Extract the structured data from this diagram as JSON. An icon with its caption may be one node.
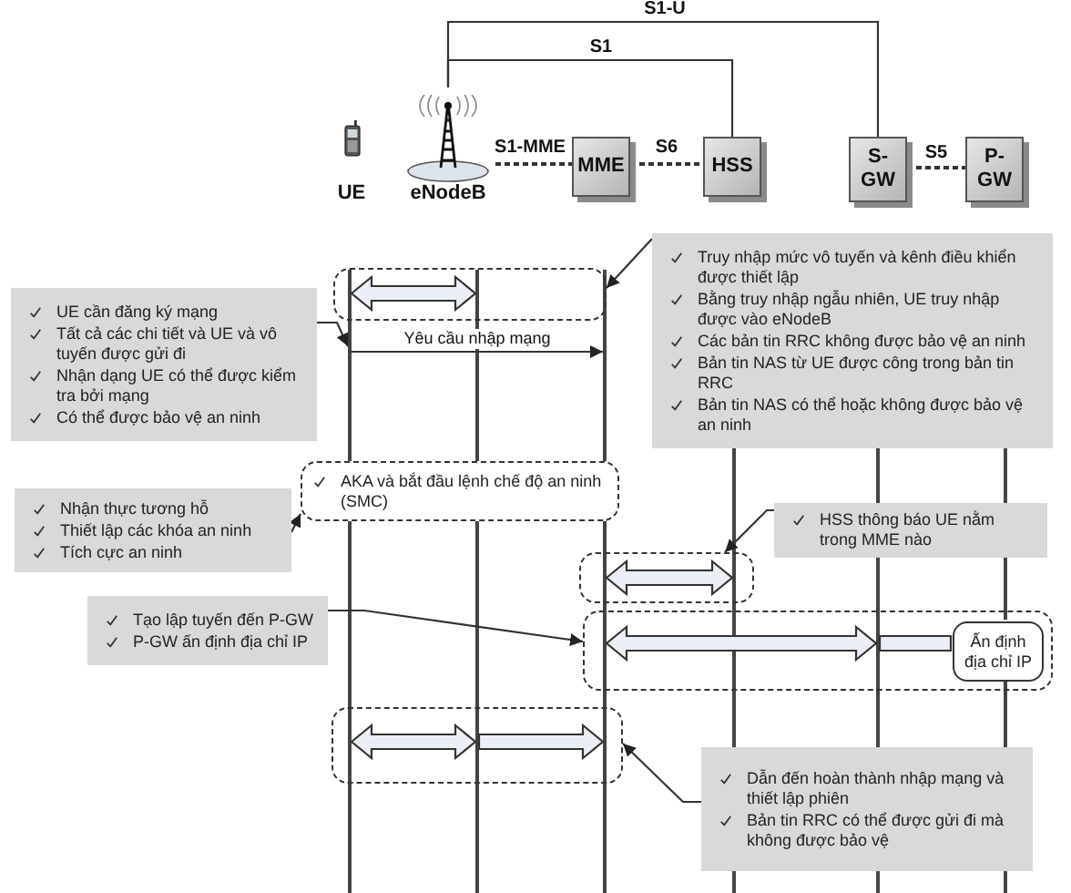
{
  "diagram": {
    "nodes": [
      {
        "text": [
          "UE"
        ]
      },
      {
        "text": [
          "eNodeB"
        ]
      },
      {
        "text": [
          "MME"
        ]
      },
      {
        "text": [
          "HSS"
        ]
      },
      {
        "text": [
          "S- GW"
        ]
      },
      {
        "text": [
          "P- GW"
        ]
      },
      {
        "text": [],
        "shape": "bar"
      },
      {
        "text": [],
        "shape": "bar"
      },
      {
        "text": [],
        "shape": "bar"
      },
      {
        "text": [],
        "shape": "bar"
      },
      {
        "text": [],
        "shape": "bar"
      },
      {
        "text": [],
        "shape": "bar"
      },
      {
        "text": [
          "Truy nhập mức vô tuyến và kênh điều khiển được thiết lập",
          "Bằng truy nhập ngẫu nhiên, UE truy nhập được vào eNodeB",
          "Các bản tin RRC không được bảo vệ an ninh",
          "Bản tin NAS từ UE được công trong bản tin RRC",
          "Bản tin NAS có thể hoặc không được bảo vệ an ninh"
        ]
      },
      {
        "text": [],
        "shape": "box"
      },
      {
        "text": [
          "UE cần đăng ký mạng",
          "Tất cả các chi tiết và UE và vô tuyến được gửi đi",
          "Nhận dạng UE có thể được kiểm tra bởi mạng",
          "Có thể được bảo vệ an ninh"
        ]
      },
      {
        "text": [
          "AKA và bắt đầu lệnh chế độ an ninh (SMC)"
        ]
      },
      {
        "text": [
          "Nhận thực tương hỗ",
          "Thiết lập các khóa an ninh",
          "Tích cực an ninh"
        ]
      },
      {
        "text": [
          "HSS thông báo UE nằm trong MME nào"
        ]
      },
      {
        "text": [],
        "shape": "box"
      },
      {
        "text": [
          "Tạo lập tuyến đến P-GW",
          "P-GW ấn định địa chỉ IP"
        ]
      },
      {
        "text": [],
        "shape": "box"
      },
      {
        "text": [
          "Ấn định địa chỉ IP"
        ],
        "in": 20
      },
      {
        "text": [],
        "shape": "box"
      },
      {
        "text": [
          "Dẫn đến hoàn thành nhập mạng và thiết lập phiên",
          "Bản tin RRC có thể được gửi đi mà không được bảo vệ"
        ]
      },
      {
        "text": [],
        "shape": "bar"
      },
      {
        "text": [],
        "shape": "bar"
      },
      {
        "text": [],
        "shape": "bar"
      },
      {
        "text": [],
        "shape": "bar"
      },
      {
        "text": [],
        "shape": "bar"
      },
      {
        "text": [],
        "shape": "bar"
      }
    ],
    "edges": [
      {
        "from": 1,
        "to": 2,
        "arrow": "none",
        "label": "S1-MME",
        "style": "dashed"
      },
      {
        "from": 2,
        "to": 3,
        "arrow": "none",
        "label": "S6",
        "style": "dashed"
      },
      {
        "from": 1,
        "to": 3,
        "arrow": "none",
        "label": "S1"
      },
      {
        "from": 1,
        "to": 4,
        "arrow": "none",
        "label": "S1-U"
      },
      {
        "from": 4,
        "to": 5,
        "arrow": "none",
        "label": "S5",
        "style": "dashed"
      },
      {
        "from": 6,
        "to": 7,
        "arrow": "both",
        "style": "thick"
      },
      {
        "from": 12,
        "to": 13,
        "arrow": "to"
      },
      {
        "from": 14,
        "to": 6,
        "arrow": "to"
      },
      {
        "from": 6,
        "to": 8,
        "arrow": "to",
        "label": "Yêu cầu nhập mạng"
      },
      {
        "from": 16,
        "to": 15,
        "arrow": "to"
      },
      {
        "from": 17,
        "to": 18,
        "arrow": "to"
      },
      {
        "from": 8,
        "to": 9,
        "arrow": "both",
        "style": "thick"
      },
      {
        "from": 19,
        "to": 20,
        "arrow": "to"
      },
      {
        "from": 8,
        "to": 10,
        "arrow": "both",
        "style": "thick"
      },
      {
        "from": 10,
        "to": 21,
        "arrow": "none",
        "style": "thick"
      },
      {
        "from": 6,
        "to": 7,
        "arrow": "both",
        "style": "thick"
      },
      {
        "from": 7,
        "to": 8,
        "arrow": "to",
        "style": "thick"
      },
      {
        "from": 23,
        "to": 22,
        "arrow": "to"
      }
    ]
  }
}
